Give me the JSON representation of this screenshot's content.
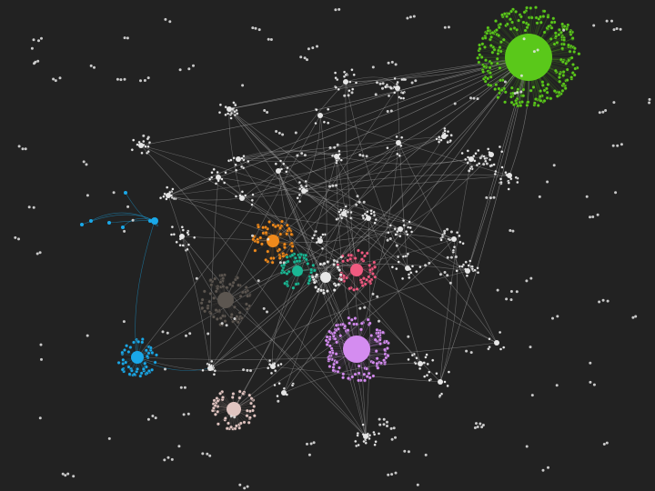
{
  "graph": {
    "background_color": "#222222",
    "edge_color": "#9a9a9a",
    "default_node_color": "#e6e6e6",
    "clusters": [
      {
        "id": "green",
        "color": "#5ac81a",
        "leaves": 260
      },
      {
        "id": "violet",
        "color": "#d48cf0",
        "leaves": 130
      },
      {
        "id": "orange",
        "color": "#f08a1c",
        "leaves": 60
      },
      {
        "id": "pink",
        "color": "#f05a80",
        "leaves": 55
      },
      {
        "id": "teal",
        "color": "#1ab894",
        "leaves": 50
      },
      {
        "id": "cyan",
        "color": "#1aa8e8",
        "leaves": 55
      },
      {
        "id": "taupe",
        "color": "#5c5650",
        "leaves": 80
      },
      {
        "id": "blush",
        "color": "#e0c4c0",
        "leaves": 55
      },
      {
        "id": "gray",
        "color": "#e6e6e6",
        "leaves": 30
      }
    ]
  }
}
